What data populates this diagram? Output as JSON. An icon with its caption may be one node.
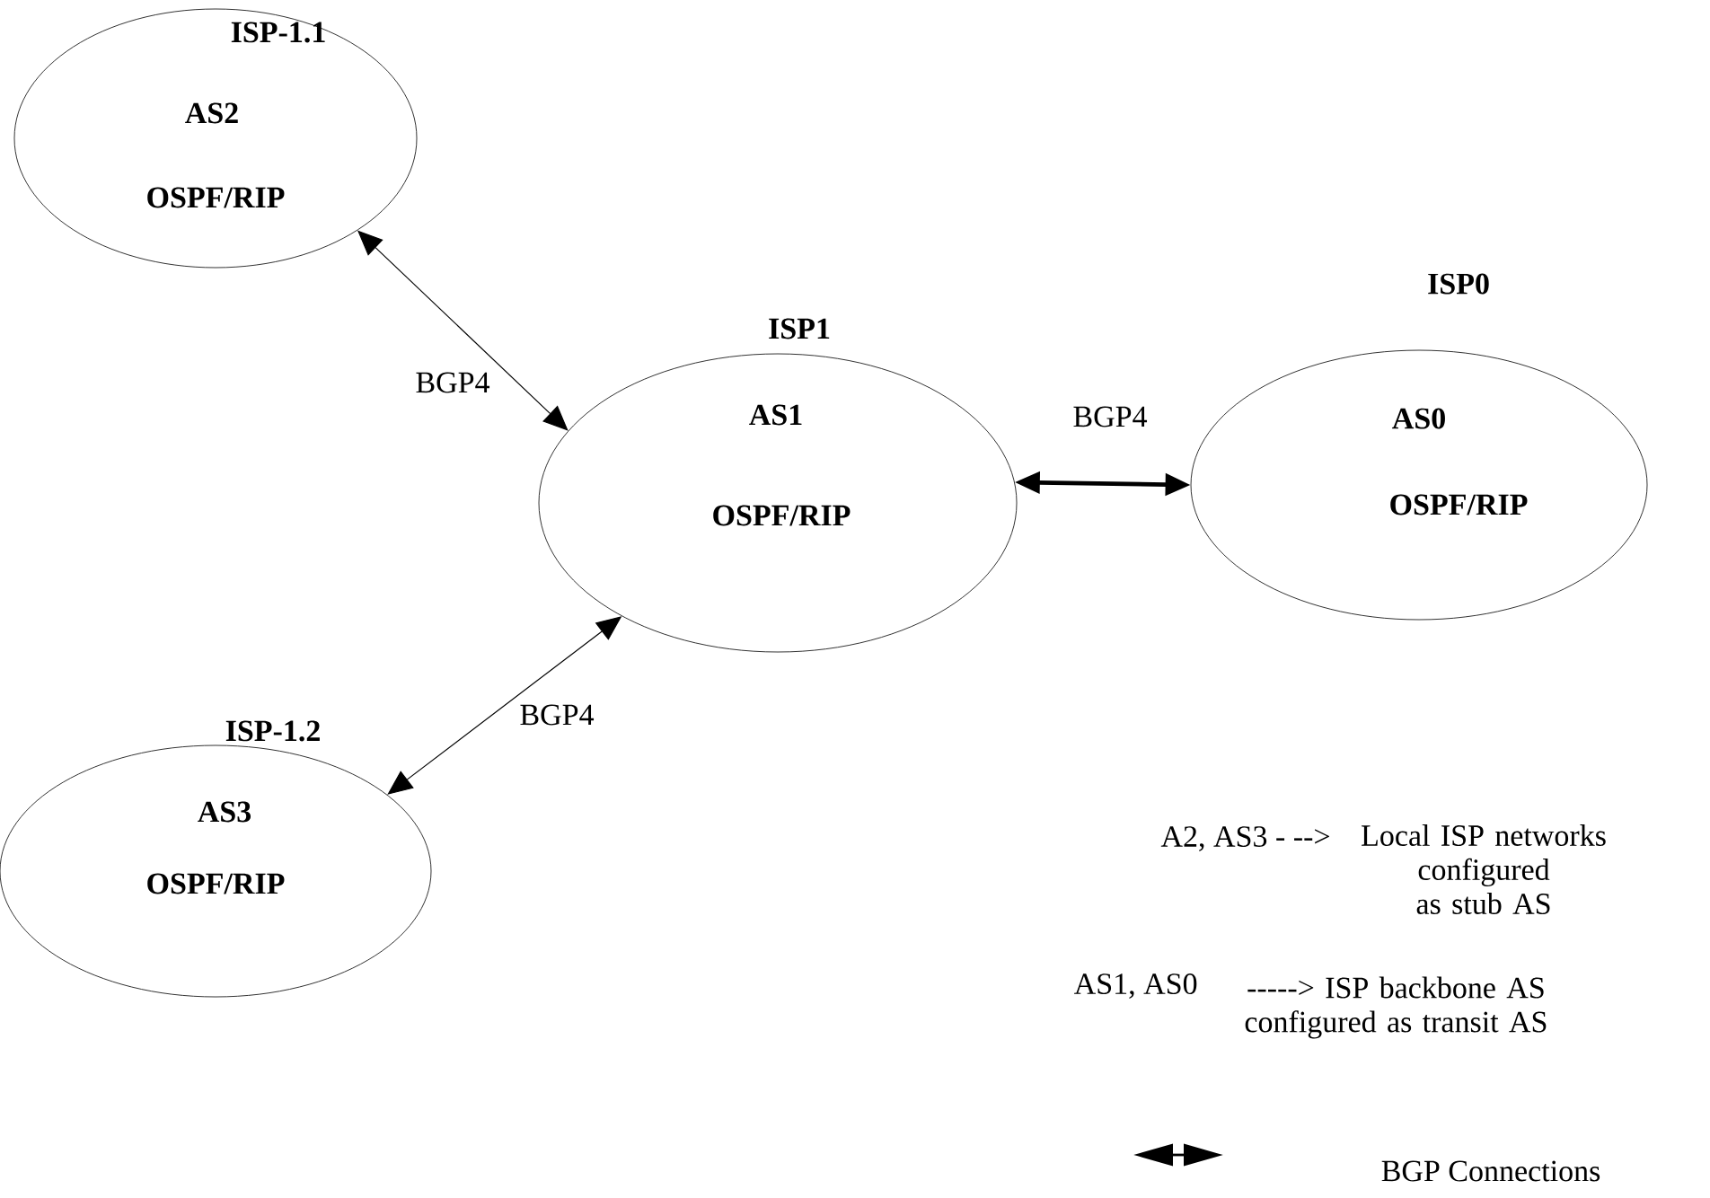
{
  "diagram": {
    "nodes": [
      {
        "text": [
          "ISP-1.1",
          "AS2",
          "OSPF/RIP"
        ]
      },
      {
        "text": [
          "ISP1",
          "AS1",
          "OSPF/RIP"
        ]
      },
      {
        "text": [
          "ISP0",
          "AS0",
          "OSPF/RIP"
        ]
      },
      {
        "text": [
          "ISP-1.2",
          "AS3",
          "OSPF/RIP"
        ]
      }
    ],
    "edges": [
      {
        "from": 0,
        "to": 1,
        "arrow": "both",
        "label": "BGP4"
      },
      {
        "from": 1,
        "to": 2,
        "arrow": "both",
        "label": "BGP4",
        "style": "thick"
      },
      {
        "from": 1,
        "to": 3,
        "arrow": "both",
        "label": "BGP4"
      }
    ],
    "labels": [
      "A2, AS3 - -->",
      "Local ISP networks configured as stub AS",
      "AS1, AS0",
      "-----> ISP backbone AS configured as transit AS"
    ],
    "legend": [
      {
        "text": "BGP Connections"
      }
    ]
  }
}
